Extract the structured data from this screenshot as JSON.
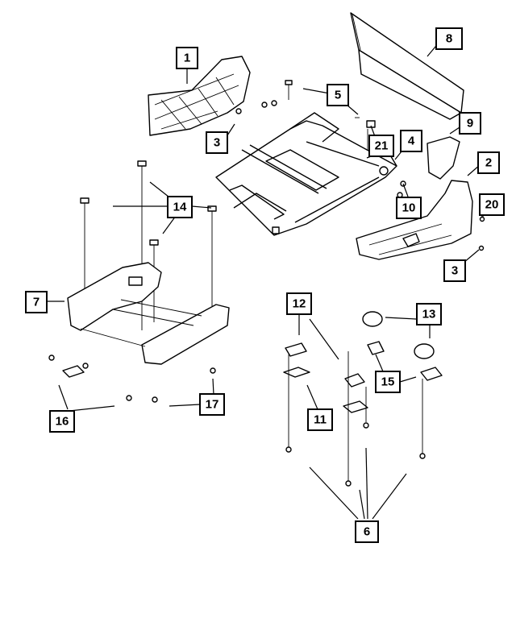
{
  "callouts": [
    {
      "id": "c1",
      "label": "1"
    },
    {
      "id": "c2",
      "label": "2"
    },
    {
      "id": "c3a",
      "label": "3"
    },
    {
      "id": "c3b",
      "label": "3"
    },
    {
      "id": "c4",
      "label": "4"
    },
    {
      "id": "c5",
      "label": "5"
    },
    {
      "id": "c6",
      "label": "6"
    },
    {
      "id": "c7",
      "label": "7"
    },
    {
      "id": "c8",
      "label": "8"
    },
    {
      "id": "c9",
      "label": "9"
    },
    {
      "id": "c10",
      "label": "10"
    },
    {
      "id": "c11",
      "label": "11"
    },
    {
      "id": "c12",
      "label": "12"
    },
    {
      "id": "c13",
      "label": "13"
    },
    {
      "id": "c14",
      "label": "14"
    },
    {
      "id": "c15",
      "label": "15"
    },
    {
      "id": "c16",
      "label": "16"
    },
    {
      "id": "c17",
      "label": "17"
    },
    {
      "id": "c20",
      "label": "20"
    },
    {
      "id": "c21",
      "label": "21"
    }
  ],
  "colors": {
    "line": "#000000",
    "background": "#ffffff",
    "dark_part": "#3a3a3a"
  }
}
